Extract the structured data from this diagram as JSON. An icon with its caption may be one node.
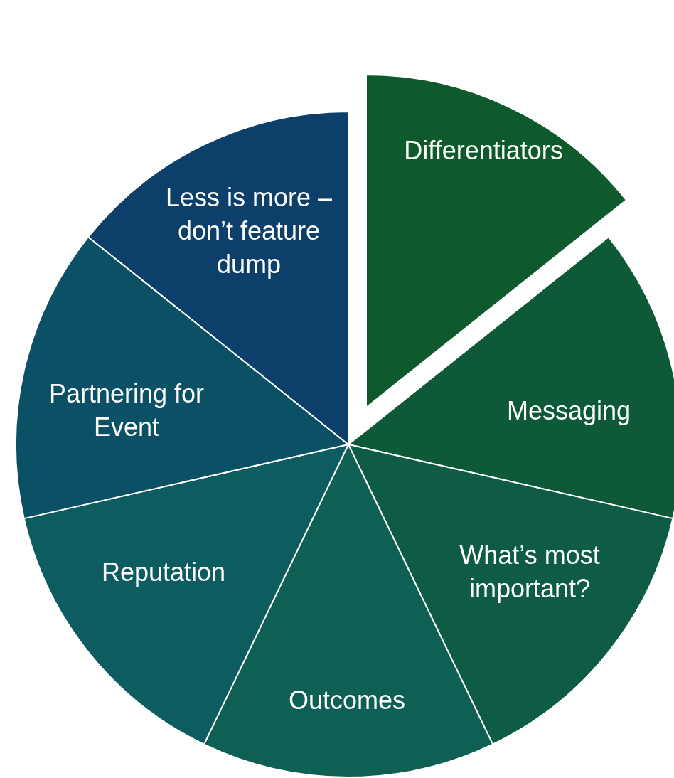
{
  "diagram": {
    "nodes": [
      {
        "text": [
          "Differentiators"
        ]
      },
      {
        "text": [
          "Messaging"
        ]
      },
      {
        "text": [
          "What’s most important?"
        ]
      },
      {
        "text": [
          "Outcomes"
        ]
      },
      {
        "text": [
          "Reputation"
        ]
      },
      {
        "text": [
          "Partnering for Event"
        ]
      },
      {
        "text": [
          "Less is more – don’t feature dump"
        ]
      }
    ]
  }
}
